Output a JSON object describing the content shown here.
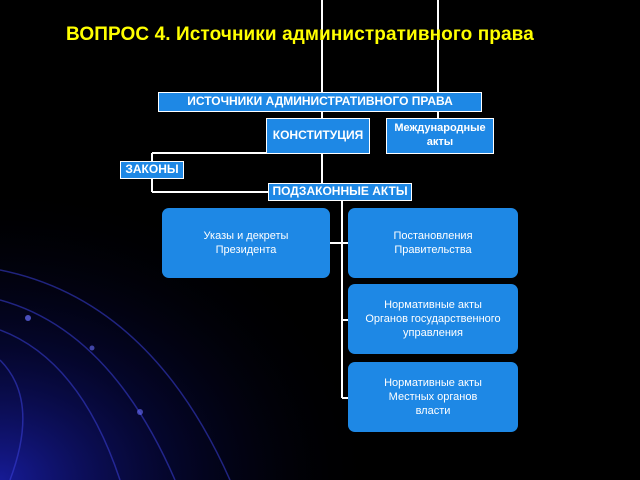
{
  "title": "ВОПРОС 4. Источники административного права",
  "diagram": {
    "root": "ИСТОЧНИКИ АДМИНИСТРАТИВНОГО ПРАВА",
    "constitution": "КОНСТИТУЦИЯ",
    "international": "Международные\nакты",
    "laws": "ЗАКОНЫ",
    "bylaws": "ПОДЗАКОННЫЕ АКТЫ",
    "decrees": "Указы и декреты\nПрезидента",
    "resolutions": "Постановления\nПравительства",
    "gov_acts": "Нормативные акты\nОрганов государственного\nуправления",
    "local_acts": "Нормативные акты\nМестных органов\nвласти"
  },
  "colors": {
    "box": "#1e88e5",
    "connector": "#ffffff",
    "title": "#ffff00",
    "background": "#000000"
  }
}
